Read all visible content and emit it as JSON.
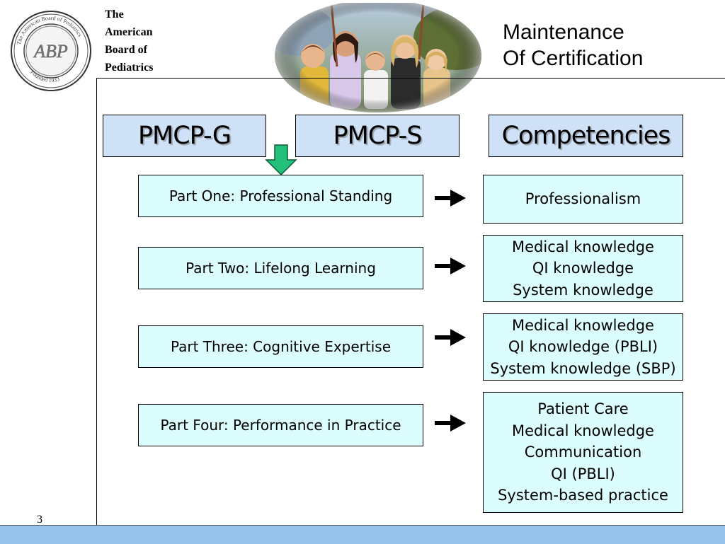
{
  "organization": {
    "name_lines": [
      "The",
      "American",
      "Board of",
      "Pediatrics"
    ],
    "seal_monogram": "ABP",
    "seal_text": "The American Board of Pediatrics",
    "seal_founded": "Founded 1933"
  },
  "title": {
    "line1": "Maintenance",
    "line2": "Of Certification"
  },
  "headers": {
    "pmcp_g": "PMCP-G",
    "pmcp_s": "PMCP-S",
    "competencies": "Competencies"
  },
  "parts": [
    {
      "label": "Part One: Professional Standing"
    },
    {
      "label": "Part Two: Lifelong Learning"
    },
    {
      "label": "Part Three: Cognitive Expertise"
    },
    {
      "label": "Part Four: Performance in Practice"
    }
  ],
  "competencies": [
    {
      "lines": [
        "Professionalism"
      ]
    },
    {
      "lines": [
        "Medical knowledge",
        "QI knowledge",
        "System knowledge"
      ]
    },
    {
      "lines": [
        "Medical knowledge",
        "QI knowledge (PBLI)",
        "System knowledge (SBP)"
      ]
    },
    {
      "lines": [
        "Patient Care",
        "Medical knowledge",
        "Communication",
        "QI (PBLI)",
        "System-based practice"
      ]
    }
  ],
  "footer": {
    "page_number": "3"
  },
  "colors": {
    "header_box": "#cfe1f7",
    "content_box": "#dcfdfd",
    "arrow_green": "#22c07a",
    "footer_bar": "#98c4ec"
  },
  "icons": {
    "logo": "abp-seal-logo",
    "photo": "children-photo",
    "down_arrow": "green-down-arrow-icon",
    "right_arrow": "right-arrow-icon"
  }
}
